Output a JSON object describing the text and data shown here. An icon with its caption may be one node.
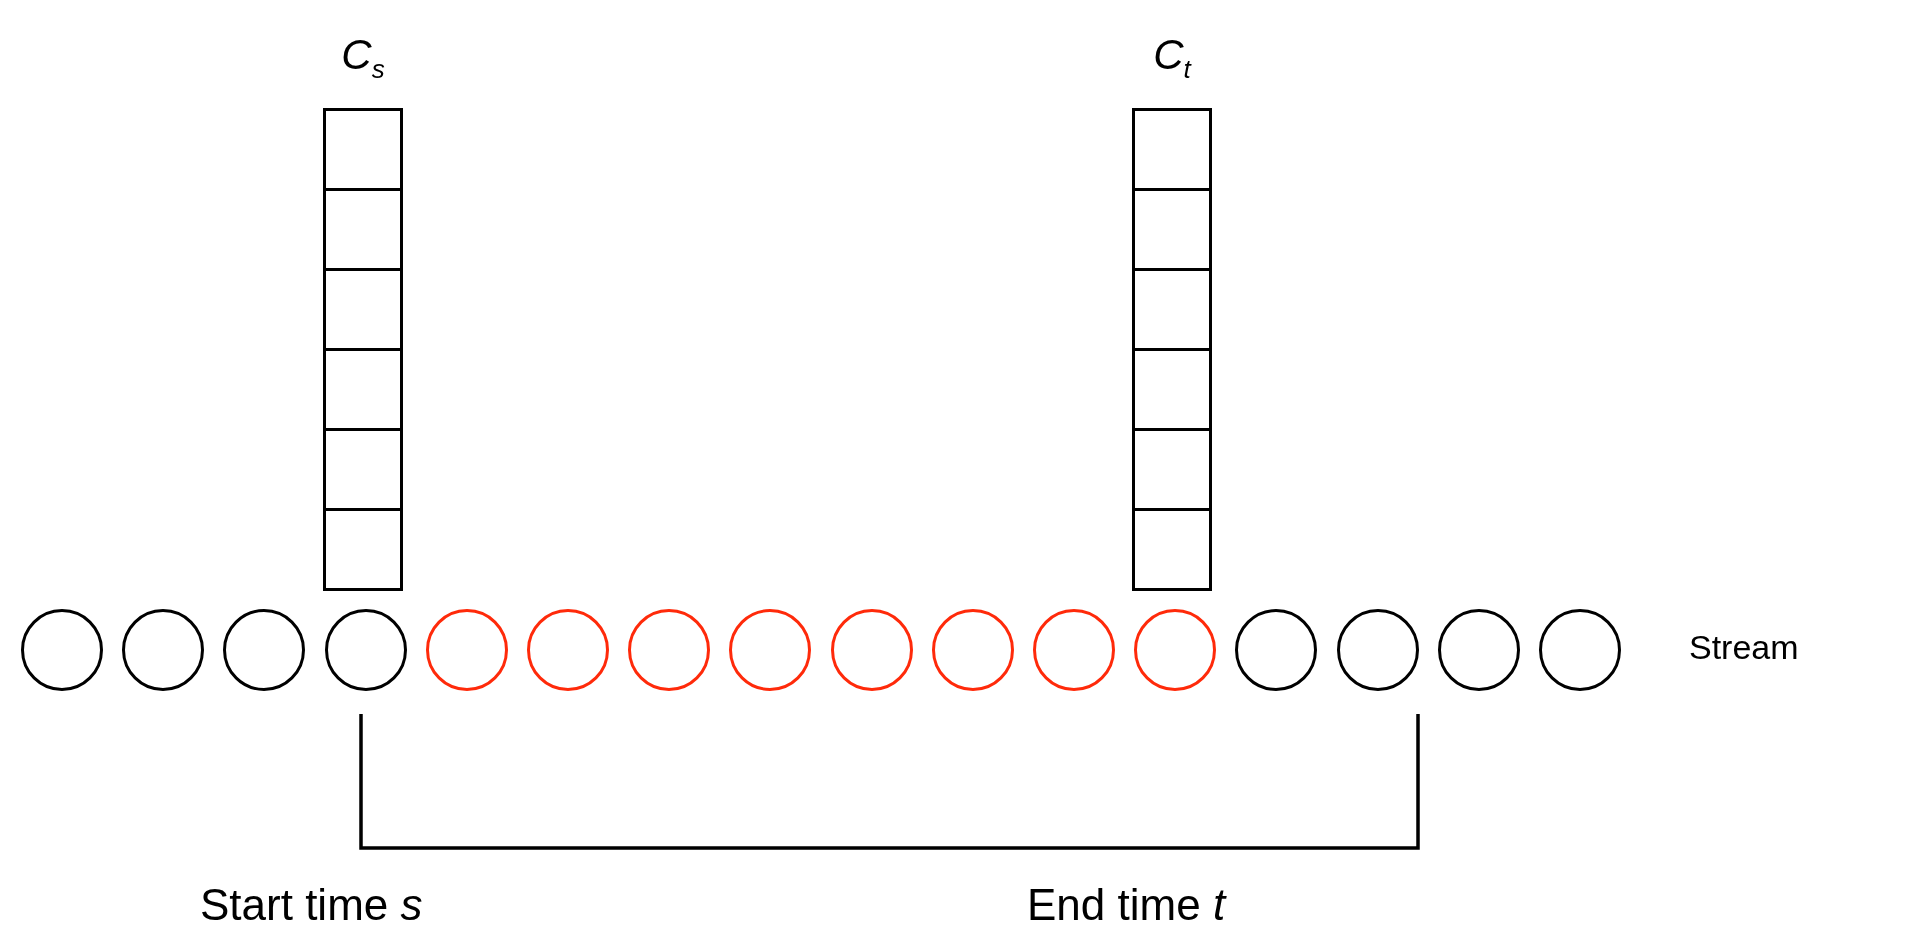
{
  "diagram": {
    "nodes": [
      {
        "text": [
          "*C*$_{s}$"
        ]
      },
      {
        "text": [],
        "shape": "box",
        "in": 0
      },
      {
        "text": [],
        "shape": "box",
        "in": 0
      },
      {
        "text": [],
        "shape": "box",
        "in": 0
      },
      {
        "text": [],
        "shape": "box",
        "in": 0
      },
      {
        "text": [],
        "shape": "box",
        "in": 0
      },
      {
        "text": [],
        "shape": "box",
        "in": 0
      },
      {
        "text": [
          "*C*$_{t}$"
        ]
      },
      {
        "text": [],
        "shape": "box",
        "in": 7
      },
      {
        "text": [],
        "shape": "box",
        "in": 7
      },
      {
        "text": [],
        "shape": "box",
        "in": 7
      },
      {
        "text": [],
        "shape": "box",
        "in": 7
      },
      {
        "text": [],
        "shape": "box",
        "in": 7
      },
      {
        "text": [],
        "shape": "box",
        "in": 7
      },
      {
        "text": [],
        "shape": "circle"
      },
      {
        "text": [],
        "shape": "circle"
      },
      {
        "text": [],
        "shape": "circle"
      },
      {
        "text": [],
        "shape": "circle"
      },
      {
        "text": [],
        "shape": "circle"
      },
      {
        "text": [],
        "shape": "circle"
      },
      {
        "text": [],
        "shape": "circle"
      },
      {
        "text": [],
        "shape": "circle"
      },
      {
        "text": [],
        "shape": "circle"
      },
      {
        "text": [],
        "shape": "circle"
      },
      {
        "text": [],
        "shape": "circle"
      },
      {
        "text": [],
        "shape": "circle"
      },
      {
        "text": [],
        "shape": "circle"
      },
      {
        "text": [],
        "shape": "circle"
      },
      {
        "text": [],
        "shape": "circle"
      },
      {
        "text": [],
        "shape": "circle"
      }
    ],
    "labels": [
      "Stream",
      "Start time *s*",
      "End time *t*"
    ]
  }
}
